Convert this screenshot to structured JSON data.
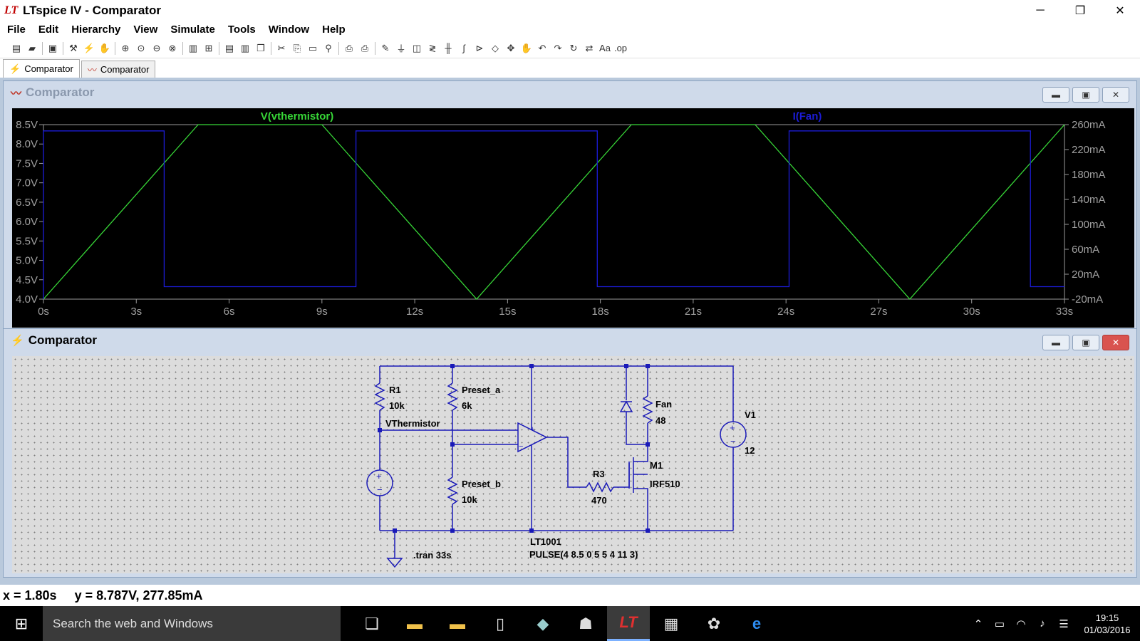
{
  "window": {
    "title": "LTspice IV - Comparator",
    "minimize": "─",
    "restore": "❐",
    "close": "✕"
  },
  "menu": [
    "File",
    "Edit",
    "Hierarchy",
    "View",
    "Simulate",
    "Tools",
    "Window",
    "Help"
  ],
  "toolbar_icons": [
    "new-schematic-icon",
    "open-icon",
    "save-icon",
    "control-panel-icon",
    "run-icon",
    "halt-icon",
    "zoom-in-icon",
    "zoom-pan-icon",
    "zoom-out-icon",
    "zoom-fit-icon",
    "autorange-icon",
    "grid-icon",
    "tile-horizontal-icon",
    "tile-vertical-icon",
    "cascade-icon",
    "cut-icon",
    "copy-icon",
    "paste-icon",
    "find-icon",
    "print-icon",
    "print-preview-icon",
    "wire-icon",
    "ground-icon",
    "label-icon",
    "resistor-icon",
    "capacitor-icon",
    "inductor-icon",
    "diode-icon",
    "component-icon",
    "move-icon",
    "drag-icon",
    "undo-icon",
    "redo-icon",
    "rotate-icon",
    "mirror-icon",
    "text-icon",
    "spice-directive-icon"
  ],
  "tabs": [
    {
      "label": "Comparator",
      "icon": "schematic-icon"
    },
    {
      "label": "Comparator",
      "icon": "waveform-icon"
    }
  ],
  "plot_window": {
    "title": "Comparator",
    "btn_min": "▬",
    "btn_max": "▣",
    "btn_close": "✕"
  },
  "schematic_window": {
    "title": "Comparator",
    "btn_min": "▬",
    "btn_max": "▣",
    "btn_close": "✕"
  },
  "chart_data": {
    "type": "line",
    "x_ticks": [
      "0s",
      "3s",
      "6s",
      "9s",
      "12s",
      "15s",
      "18s",
      "21s",
      "24s",
      "27s",
      "30s",
      "33s"
    ],
    "xlim": [
      0,
      33
    ],
    "left_axis": {
      "ticks": [
        "8.5V",
        "8.0V",
        "7.5V",
        "7.0V",
        "6.5V",
        "6.0V",
        "5.5V",
        "5.0V",
        "4.5V",
        "4.0V"
      ],
      "ylim": [
        4.0,
        8.5
      ]
    },
    "right_axis": {
      "ticks": [
        "260mA",
        "220mA",
        "180mA",
        "140mA",
        "100mA",
        "60mA",
        "20mA",
        "-20mA"
      ],
      "ylim": [
        -20,
        260
      ]
    },
    "series": [
      {
        "name": "V(vthermistor)",
        "color": "#37d637",
        "axis": "left",
        "x": [
          0,
          5,
          9,
          14,
          19,
          23,
          28,
          33
        ],
        "y": [
          4.0,
          8.5,
          8.5,
          4.0,
          8.5,
          8.5,
          4.0,
          8.5
        ]
      },
      {
        "name": "I(Fan)",
        "color": "#1c1cd8",
        "axis": "right",
        "x": [
          0,
          0,
          3.9,
          3.9,
          10.1,
          10.1,
          17.9,
          17.9,
          24.1,
          24.1,
          31.9,
          31.9,
          33
        ],
        "y": [
          -20,
          250,
          250,
          0,
          0,
          250,
          250,
          0,
          0,
          250,
          250,
          0,
          0
        ]
      }
    ]
  },
  "schematic": {
    "r1_name": "R1",
    "r1_value": "10k",
    "preset_a_name": "Preset_a",
    "preset_a_value": "6k",
    "preset_b_name": "Preset_b",
    "preset_b_value": "10k",
    "net_label": "VThermistor",
    "fan_name": "Fan",
    "fan_value": "48",
    "m1_name": "M1",
    "m1_value": "IRF510",
    "r3_name": "R3",
    "r3_value": "470",
    "v1_name": "V1",
    "v1_value": "12",
    "opamp_label": "LT1001",
    "pulse_label": "PULSE(4 8.5 0 5 5 4 11 3)",
    "tran_directive": ".tran 33s"
  },
  "status": {
    "readout": "x = 1.80s     y = 8.787V, 277.85mA"
  },
  "taskbar": {
    "search_placeholder": "Search the web and Windows",
    "apps": [
      "task-view-icon",
      "file-explorer-icon",
      "file-explorer-icon",
      "notepad-icon",
      "app-icon",
      "cat-app-icon",
      "ltspice-icon",
      "calculator-icon",
      "paint-icon",
      "edge-icon"
    ],
    "time": "19:15",
    "date": "01/03/2016"
  }
}
